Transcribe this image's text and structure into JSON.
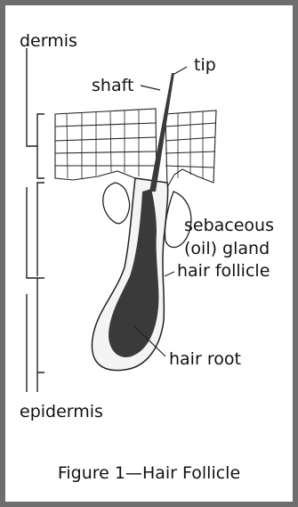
{
  "figure": {
    "caption": "Figure 1—Hair Follicle",
    "labels": {
      "dermis": "dermis",
      "epidermis": "epidermis",
      "shaft": "shaft",
      "tip": "tip",
      "sebaceous_line1": "sebaceous",
      "sebaceous_line2": "(oil) gland",
      "hair_follicle": "hair follicle",
      "hair_root": "hair root"
    }
  },
  "colors": {
    "frame": "#6e6e6e",
    "ink": "#111111",
    "hair": "#3a3a3a"
  }
}
